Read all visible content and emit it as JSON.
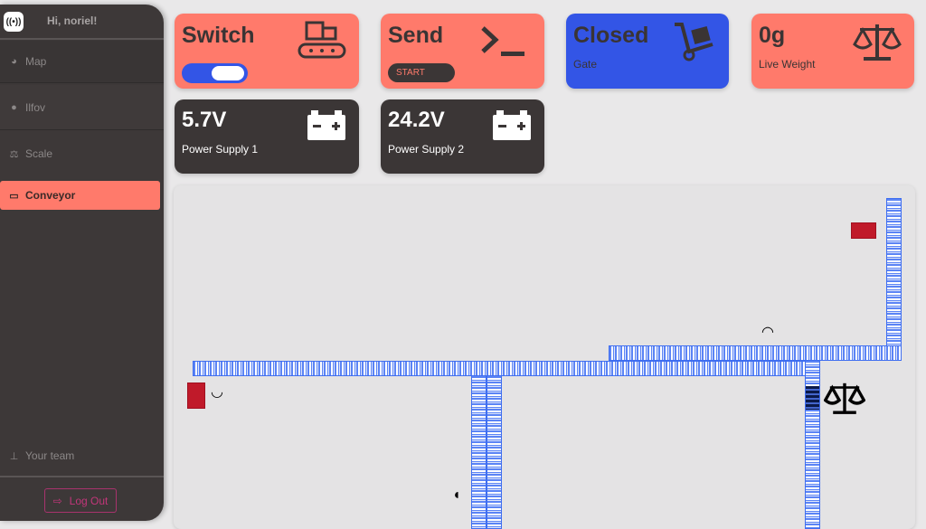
{
  "sidebar": {
    "greeting": "Hi, noriel!",
    "items": [
      {
        "label": "Map",
        "icon": "globe-icon"
      },
      {
        "label": "Ilfov",
        "icon": "map-pin-icon"
      },
      {
        "label": "Scale",
        "icon": "scale-icon"
      },
      {
        "label": "Conveyor",
        "icon": "conveyor-icon",
        "active": true
      }
    ],
    "team_label": "Your team",
    "logout_label": "Log Out"
  },
  "cards": {
    "switch": {
      "title": "Switch",
      "toggle_on": true
    },
    "send": {
      "title": "Send",
      "button": "START"
    },
    "gate": {
      "value": "Closed",
      "label": "Gate"
    },
    "weight": {
      "value": "0g",
      "label": "Live Weight"
    },
    "ps1": {
      "value": "5.7V",
      "label": "Power Supply 1"
    },
    "ps2": {
      "value": "24.2V",
      "label": "Power Supply 2"
    }
  },
  "colors": {
    "accent": "#ff7a6b",
    "blue": "#3355e6",
    "dark": "#3b3636"
  }
}
